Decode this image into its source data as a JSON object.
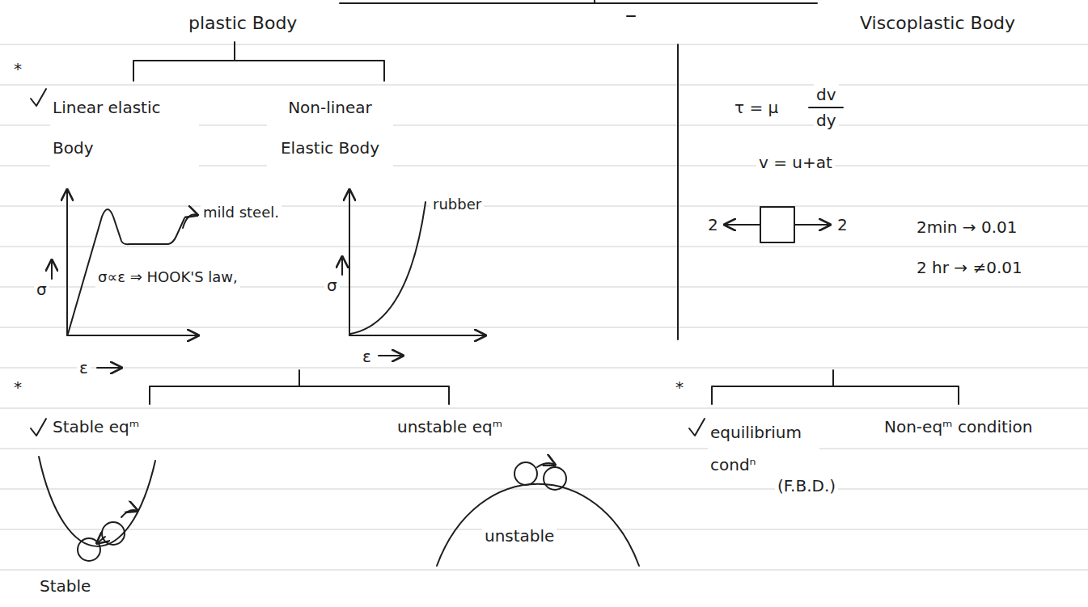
{
  "diagram": {
    "labels": [
      "plastic Body",
      "Viscoplastic Body",
      "*",
      "Linear elastic Body",
      "Non-linear Elastic Body",
      "mild steel.",
      "σ",
      "σ∝ε ⇒ HOOK'S law,",
      "ε",
      "rubber",
      "σ",
      "ε",
      "τ = μ",
      "dv",
      "dy",
      "v = u+at",
      "2",
      "2",
      "2min → 0.01",
      "2 hr → ≠0.01",
      "*",
      "Stable eqᵐ",
      "unstable eqᵐ",
      "*",
      "equilibrium condⁿ",
      "Non-eqᵐ condition",
      "(F.B.D.)",
      "Stable",
      "unstable"
    ]
  }
}
